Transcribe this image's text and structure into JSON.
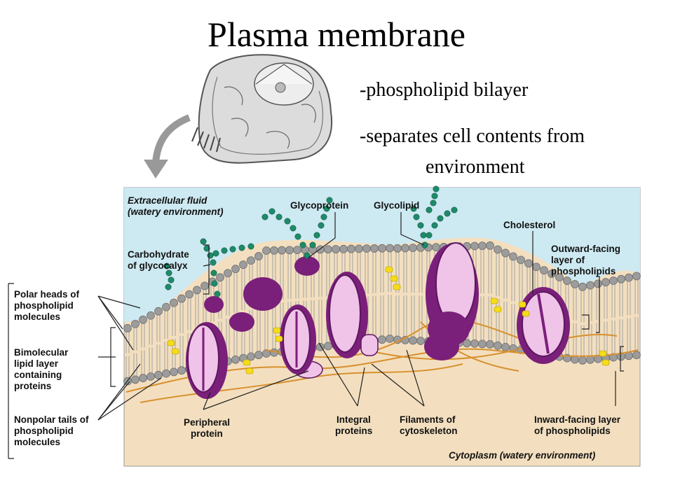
{
  "slide": {
    "title": "Plasma membrane",
    "bullets": [
      "-phospholipid bilayer",
      "-separates cell contents from",
      "environment"
    ]
  },
  "diagram": {
    "regions": {
      "extracellular_1": "Extracellular fluid",
      "extracellular_2": "(watery environment)",
      "cytoplasm": "Cytoplasm (watery environment)"
    },
    "labels": {
      "glycoprotein": "Glycoprotein",
      "glycolipid": "Glycolipid",
      "cholesterol": "Cholesterol",
      "carbohydrate_1": "Carbohydrate",
      "carbohydrate_2": "of glycocalyx",
      "outward_1": "Outward-facing",
      "outward_2": "layer of",
      "outward_3": "phospholipids",
      "polar_1": "Polar heads of",
      "polar_2": "phospholipid",
      "polar_3": "molecules",
      "bimolecular_1": "Bimolecular",
      "bimolecular_2": "lipid layer",
      "bimolecular_3": "containing",
      "bimolecular_4": "proteins",
      "nonpolar_1": "Nonpolar tails of",
      "nonpolar_2": "phospholipid",
      "nonpolar_3": "molecules",
      "peripheral_1": "Peripheral",
      "peripheral_2": "protein",
      "integral_1": "Integral",
      "integral_2": "proteins",
      "filaments_1": "Filaments of",
      "filaments_2": "cytoskeleton",
      "inward_1": "Inward-facing layer",
      "inward_2": "of phospholipids"
    },
    "colors": {
      "extracellular": "#cde9f2",
      "cytoplasm": "#f3dfbf",
      "protein_dark": "#7a1f7a",
      "protein_light": "#f0c3e8",
      "glyco_chain": "#1f8a6a",
      "cholesterol": "#f5dc1a",
      "filament": "#d8902e",
      "head": "#9c9c9c"
    }
  }
}
